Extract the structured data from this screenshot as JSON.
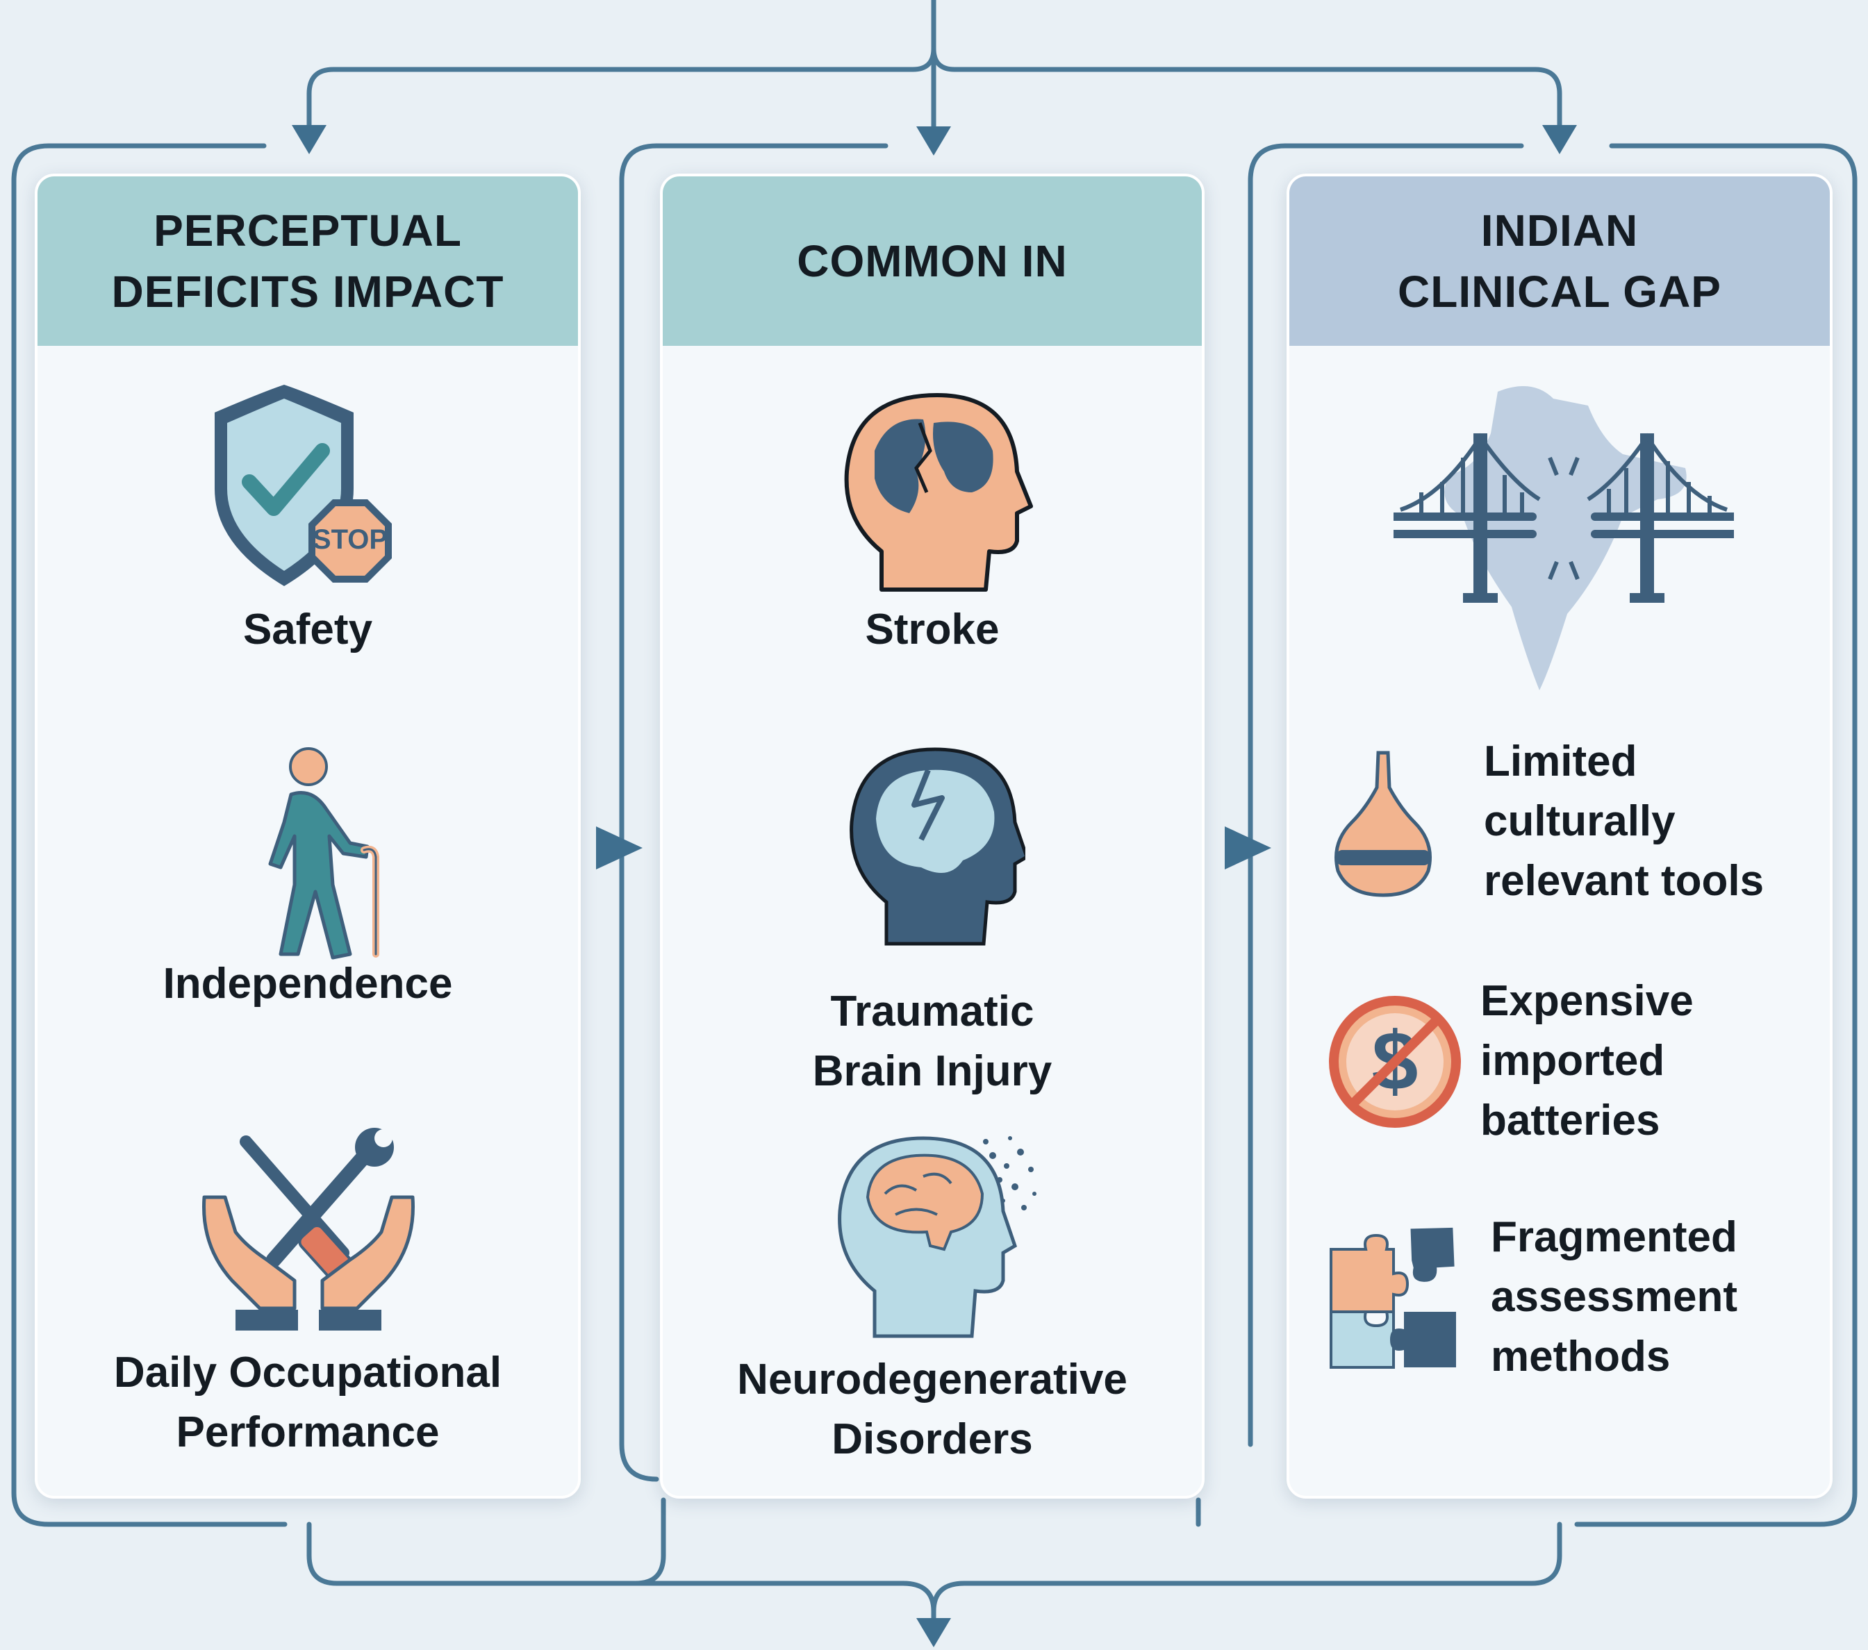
{
  "panels": [
    {
      "title": "PERCEPTUAL\nDEFICITS IMPACT",
      "items": [
        {
          "label": "Safety",
          "icon": "shield-check-stop-icon"
        },
        {
          "label": "Independence",
          "icon": "person-with-cane-icon"
        },
        {
          "label": "Daily Occupational\nPerformance",
          "icon": "hands-tools-icon"
        }
      ]
    },
    {
      "title": "COMMON IN",
      "items": [
        {
          "label": "Stroke",
          "icon": "brain-head-stroke-icon"
        },
        {
          "label": "Traumatic\nBrain Injury",
          "icon": "cracked-brain-head-icon"
        },
        {
          "label": "Neurodegenerative\nDisorders",
          "icon": "dissolving-brain-head-icon"
        }
      ]
    },
    {
      "title": "INDIAN\nCLINICAL GAP",
      "map_icon": "india-map-broken-bridge-icon",
      "items": [
        {
          "label": "Limited\n culturally\nrelevant tools",
          "icon": "pot-tool-icon"
        },
        {
          "label": "Expensive\n imported\nbatteries",
          "icon": "no-dollar-icon"
        },
        {
          "label": "Fragmented\n assessment\nmethods",
          "icon": "puzzle-pieces-icon"
        }
      ]
    }
  ],
  "colors": {
    "background": "#e9f0f5",
    "connector": "#3f6f8f",
    "header_teal": "#a6d0d3",
    "header_blue": "#b5c8dc",
    "icon_dark": "#3e5f7c",
    "icon_teal": "#3f8d95",
    "icon_peach": "#f2b48f",
    "icon_red": "#d9614a"
  }
}
